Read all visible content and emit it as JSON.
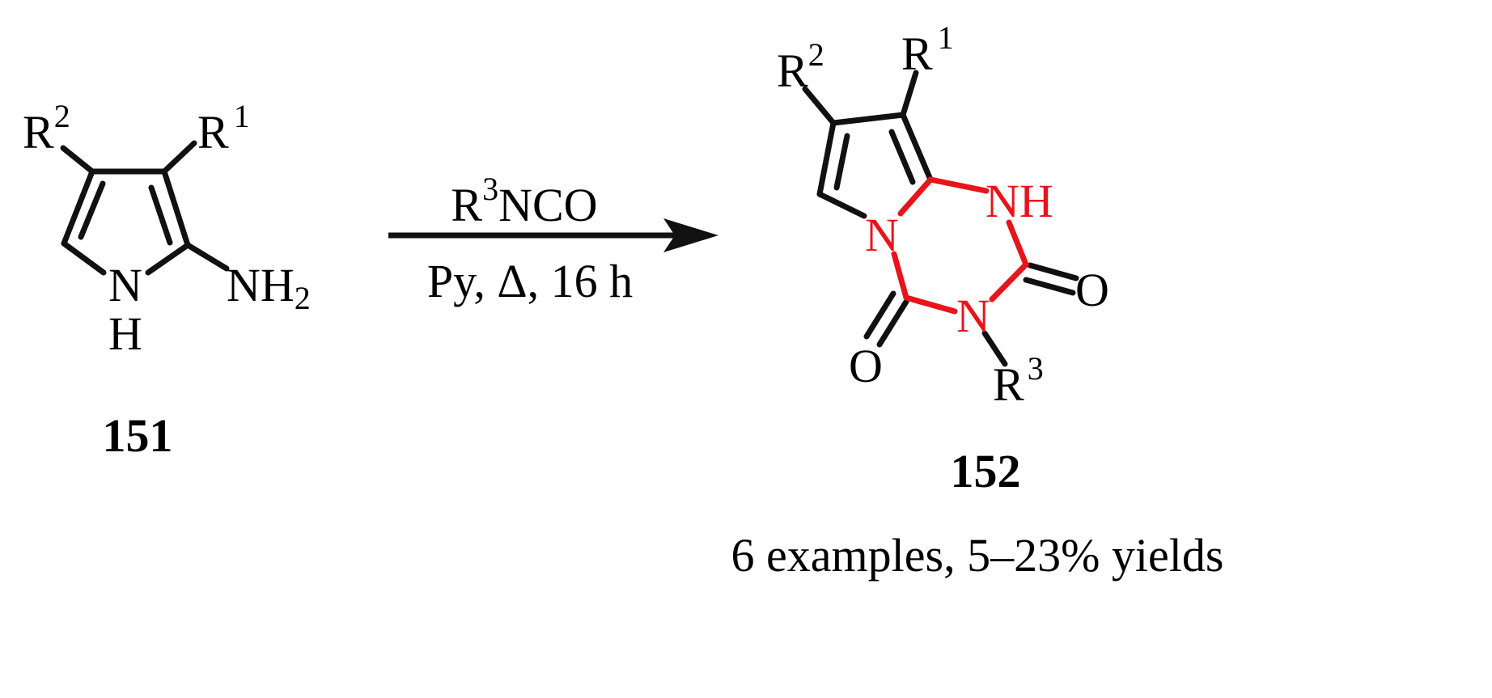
{
  "reactant": {
    "substituent_r2": "R",
    "substituent_r2_sup": "2",
    "substituent_r1": "R",
    "substituent_r1_sup": "1",
    "ring_n": "N",
    "ring_h": "H",
    "amine": "NH",
    "amine_sub": "2",
    "compound_number": "151"
  },
  "conditions": {
    "reagent_r": "R",
    "reagent_sup": "3",
    "reagent_rest": "NCO",
    "solvent_heat_time": "Py, Δ, 16 h"
  },
  "product": {
    "substituent_r2": "R",
    "substituent_r2_sup": "2",
    "substituent_r1": "R",
    "substituent_r1_sup": "1",
    "nh": "NH",
    "ring_n": "N",
    "n3": "N",
    "o_right": "O",
    "o_left": "O",
    "substituent_r3": "R",
    "substituent_r3_sup": "3",
    "compound_number": "152",
    "yield_note": "6 examples, 5–23% yields"
  },
  "colors": {
    "new_bonds": "#e8141b",
    "bonds": "#111111"
  }
}
